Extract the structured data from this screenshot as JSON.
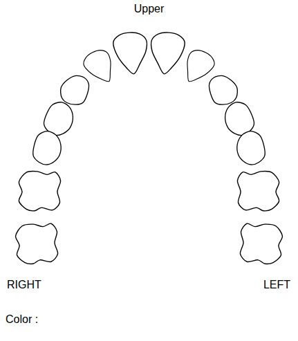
{
  "diagram": {
    "title": "Upper",
    "labels": [
      "RIGHT",
      "LEFT",
      "Color :"
    ]
  }
}
